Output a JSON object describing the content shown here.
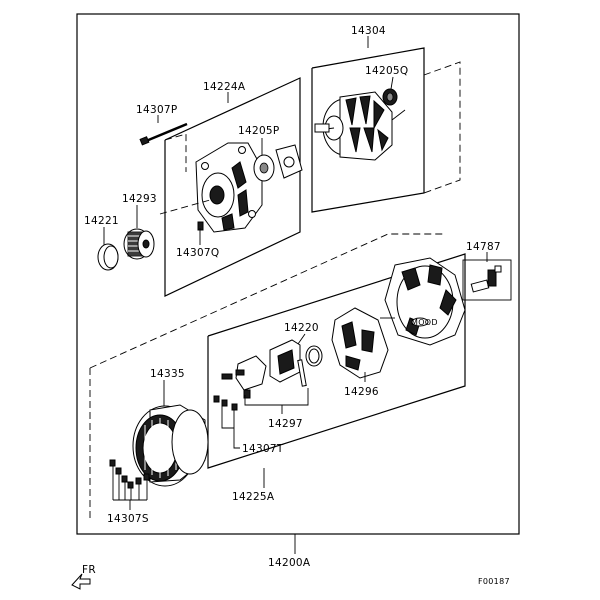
{
  "labels": {
    "p14304": "14304",
    "p14205Q": "14205Q",
    "p14224A": "14224A",
    "p14307P": "14307P",
    "p14205P": "14205P",
    "p14293": "14293",
    "p14221": "14221",
    "p14307Q": "14307Q",
    "p14787": "14787",
    "p14220": "14220",
    "p14296": "14296",
    "p14335": "14335",
    "p14297": "14297",
    "p14307T": "14307T",
    "p14225A": "14225A",
    "p14307S": "14307S",
    "p14200A": "14200A"
  },
  "footer": {
    "direction": "FR",
    "figure_code": "F00187"
  }
}
